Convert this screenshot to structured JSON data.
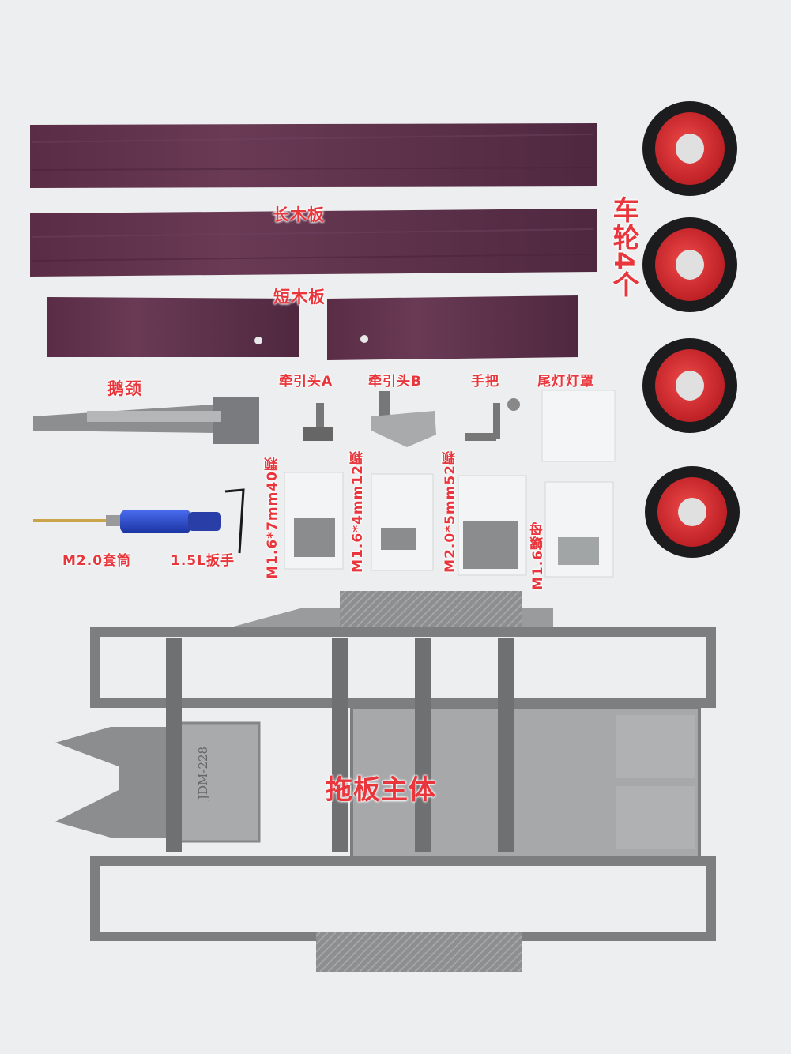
{
  "labels": {
    "long_board": "长木板",
    "short_board": "短木板",
    "wheels": "车轮4个",
    "gooseneck": "鹅颈",
    "tow_head_a": "牵引头A",
    "tow_head_b": "牵引头B",
    "handle": "手把",
    "taillight_cover": "尾灯灯罩",
    "screw_m16_7": "M1.6*7mm40颗",
    "screw_m16_4": "M1.6*4mm12颗",
    "screw_m20_5": "M2.0*5mm52颗",
    "nut_m16": "M1.6螺母",
    "socket": "M2.0套筒",
    "wrench": "1.5L扳手",
    "trailer_body": "拖板主体",
    "plate_engraving": "JDM-228"
  },
  "colors": {
    "background": "#eceeef",
    "label": "#e8363c",
    "wood": "#5e3248",
    "rim": "#d8262e",
    "tire": "#1c1c1e",
    "metal": "#8a8b8d",
    "handle_blue": "#2448c8"
  }
}
